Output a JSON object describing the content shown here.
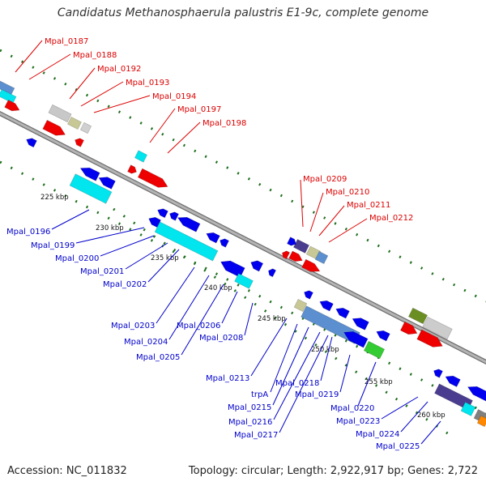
{
  "title": "Candidatus Methanosphaerula palustris E1-9c, complete genome",
  "footer": {
    "accession": "Accession: NC_011832",
    "topology": "Topology: circular; Length: 2,922,917 bp; Genes: 2,722"
  },
  "colors": {
    "forward_label": "#dd0000",
    "reverse_label": "#0000cc",
    "backbone": "#8a8a8a",
    "tick": "#1d6e1d"
  },
  "ticks": [
    "225 kbp",
    "230 kbp",
    "235 kbp",
    "240 kbp",
    "245 kbp",
    "250 kbp",
    "255 kbp",
    "260 kbp"
  ],
  "forward_genes": [
    "Mpal_0187",
    "Mpal_0188",
    "Mpal_0192",
    "Mpal_0193",
    "Mpal_0194",
    "Mpal_0197",
    "Mpal_0198",
    "Mpal_0209",
    "Mpal_0210",
    "Mpal_0211",
    "Mpal_0212"
  ],
  "reverse_genes": [
    "Mpal_0196",
    "Mpal_0199",
    "Mpal_0200",
    "Mpal_0201",
    "Mpal_0202",
    "Mpal_0203",
    "Mpal_0204",
    "Mpal_0205",
    "Mpal_0206",
    "Mpal_0208",
    "Mpal_0213",
    "trpA",
    "Mpal_0215",
    "Mpal_0216",
    "Mpal_0217",
    "Mpal_0218",
    "Mpal_0219",
    "Mpal_0220",
    "Mpal_0223",
    "Mpal_0224",
    "Mpal_0225"
  ]
}
